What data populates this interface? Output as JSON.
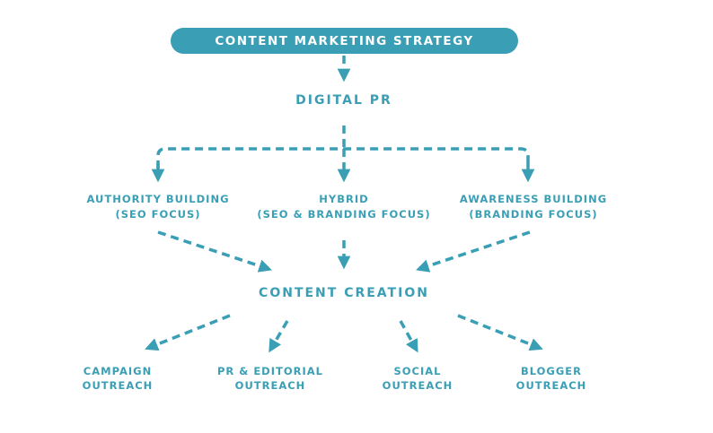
{
  "colors": {
    "accent": "#3a9fb5",
    "pill_text": "#ffffff"
  },
  "root": {
    "label": "CONTENT MARKETING STRATEGY"
  },
  "digital_pr": {
    "label": "DIGITAL PR"
  },
  "branches": [
    {
      "line1": "AUTHORITY BUILDING",
      "line2": "(SEO FOCUS)"
    },
    {
      "line1": "HYBRID",
      "line2": "(SEO & BRANDING FOCUS)"
    },
    {
      "line1": "AWARENESS BUILDING",
      "line2": "(BRANDING FOCUS)"
    }
  ],
  "content_creation": {
    "label": "CONTENT CREATION"
  },
  "outreach": [
    {
      "line1": "CAMPAIGN",
      "line2": "OUTREACH"
    },
    {
      "line1": "PR & EDITORIAL",
      "line2": "OUTREACH"
    },
    {
      "line1": "SOCIAL",
      "line2": "OUTREACH"
    },
    {
      "line1": "BLOGGER",
      "line2": "OUTREACH"
    }
  ]
}
